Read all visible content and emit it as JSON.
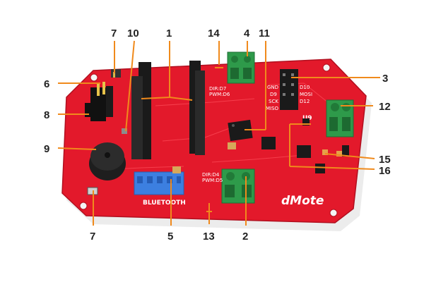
{
  "callouts": [
    {
      "number": "1"
    },
    {
      "number": "2"
    },
    {
      "number": "3"
    },
    {
      "number": "4"
    },
    {
      "number": "5"
    },
    {
      "number": "6"
    },
    {
      "number": "7"
    },
    {
      "number": "7"
    },
    {
      "number": "8"
    },
    {
      "number": "9"
    },
    {
      "number": "10"
    },
    {
      "number": "11"
    },
    {
      "number": "12"
    },
    {
      "number": "13"
    },
    {
      "number": "14"
    },
    {
      "number": "15"
    },
    {
      "number": "16"
    }
  ],
  "silkscreen": {
    "bluetooth": "BLUETOOTH",
    "logo": "dMote",
    "motor_left": "DIR:D4\nPWM:D5",
    "motor_top": "DIR:D7\nPWM:D6",
    "u9": "U9",
    "gnd": "GND",
    "pin_d9": "D9",
    "pin_d10": "D10",
    "pin_sck": "SCK",
    "pin_miso": "MISO",
    "pin_mosi": "MOSI",
    "pin_d12": "D12"
  },
  "colors": {
    "board": "#e3192b",
    "header": "#1a1a1a",
    "terminal": "#2e9a4a",
    "bt_connector": "#3c7fe0",
    "buzzer": "#1e1e1e"
  }
}
